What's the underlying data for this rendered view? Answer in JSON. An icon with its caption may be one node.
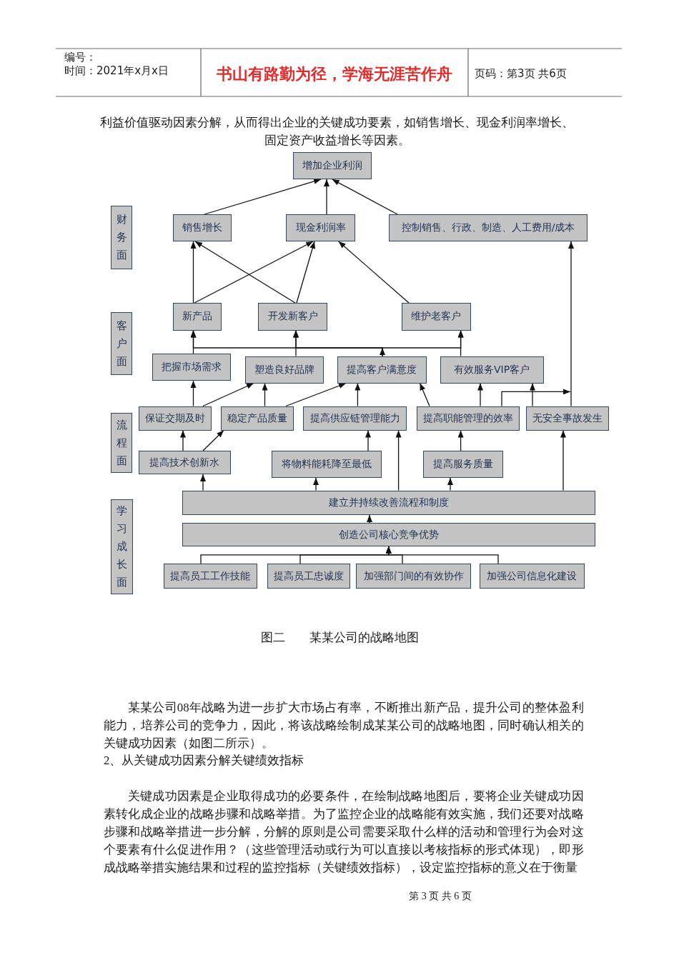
{
  "diagram": {
    "caption": "图二　　某某公司的战略地图",
    "nodes": [
      {
        "text": [
          "增加企业利润"
        ]
      },
      {
        "text": [
          "财务面"
        ]
      },
      {
        "text": [
          "销售增长"
        ]
      },
      {
        "text": [
          "现金利润率"
        ]
      },
      {
        "text": [
          "控制销售、行政、制造、人工费用/成本"
        ]
      },
      {
        "text": [
          "客户面"
        ]
      },
      {
        "text": [
          "新产品"
        ]
      },
      {
        "text": [
          "开发新客户"
        ]
      },
      {
        "text": [
          "维护老客户"
        ]
      },
      {
        "text": [
          "把握市场需求"
        ]
      },
      {
        "text": [
          "塑造良好品牌"
        ]
      },
      {
        "text": [
          "提高客户满意度"
        ]
      },
      {
        "text": [
          "有效服务VIP客户"
        ]
      },
      {
        "text": [
          "流程面"
        ]
      },
      {
        "text": [
          "保证交期及时"
        ]
      },
      {
        "text": [
          "稳定产品质量"
        ]
      },
      {
        "text": [
          "提高供应链管理能力"
        ]
      },
      {
        "text": [
          "提高职能管理的效率"
        ]
      },
      {
        "text": [
          "无安全事故发生"
        ]
      },
      {
        "text": [
          "提高技术创新水"
        ]
      },
      {
        "text": [
          "将物料能耗降至最低"
        ]
      },
      {
        "text": [
          "提高服务质量"
        ]
      },
      {
        "text": [
          "学习成长面"
        ]
      },
      {
        "text": [
          "建立并持续改善流程和制度"
        ]
      },
      {
        "text": [
          "创造公司核心竞争优势"
        ]
      },
      {
        "text": [
          "提高员工工作技能"
        ]
      },
      {
        "text": [
          "提高员工忠诚度"
        ]
      },
      {
        "text": [
          "加强部门间的有效协作"
        ]
      },
      {
        "text": [
          "加强公司信息化建设"
        ]
      }
    ],
    "edges": [
      {
        "from": 2,
        "to": 0,
        "arrow": "to"
      },
      {
        "from": 3,
        "to": 0,
        "arrow": "to"
      },
      {
        "from": 4,
        "to": 0,
        "arrow": "to"
      },
      {
        "from": 6,
        "to": 2,
        "arrow": "to"
      },
      {
        "from": 6,
        "to": 3,
        "arrow": "to"
      },
      {
        "from": 7,
        "to": 2,
        "arrow": "to"
      },
      {
        "from": 7,
        "to": 3,
        "arrow": "to"
      },
      {
        "from": 8,
        "to": 3,
        "arrow": "to"
      },
      {
        "from": 9,
        "to": 6,
        "arrow": "to"
      },
      {
        "from": 10,
        "to": 7,
        "arrow": "to"
      },
      {
        "from": 12,
        "to": 8,
        "arrow": "to"
      },
      {
        "from": 11,
        "to": 6,
        "arrow": "to"
      },
      {
        "from": 11,
        "to": 7,
        "arrow": "to"
      },
      {
        "from": 11,
        "to": 8,
        "arrow": "to"
      },
      {
        "from": 14,
        "to": 9,
        "arrow": "to"
      },
      {
        "from": 14,
        "to": 10,
        "arrow": "to"
      },
      {
        "from": 15,
        "to": 10,
        "arrow": "to"
      },
      {
        "from": 15,
        "to": 11,
        "arrow": "to"
      },
      {
        "from": 16,
        "to": 11,
        "arrow": "to"
      },
      {
        "from": 17,
        "to": 11,
        "arrow": "to"
      },
      {
        "from": 17,
        "to": 12,
        "arrow": "to"
      },
      {
        "from": 18,
        "to": 12,
        "arrow": "to"
      },
      {
        "from": 18,
        "to": 4,
        "arrow": "to"
      },
      {
        "from": 17,
        "to": 4,
        "arrow": "to"
      },
      {
        "from": 19,
        "to": 14,
        "arrow": "to"
      },
      {
        "from": 19,
        "to": 15,
        "arrow": "to"
      },
      {
        "from": 20,
        "to": 16,
        "arrow": "to"
      },
      {
        "from": 21,
        "to": 17,
        "arrow": "to"
      },
      {
        "from": 23,
        "to": 19,
        "arrow": "to"
      },
      {
        "from": 23,
        "to": 20,
        "arrow": "to"
      },
      {
        "from": 23,
        "to": 16,
        "arrow": "to"
      },
      {
        "from": 23,
        "to": 21,
        "arrow": "to"
      },
      {
        "from": 23,
        "to": 18,
        "arrow": "to"
      },
      {
        "from": 24,
        "to": 23,
        "arrow": "to"
      },
      {
        "from": 25,
        "to": 24,
        "arrow": "to"
      },
      {
        "from": 26,
        "to": 24,
        "arrow": "to"
      },
      {
        "from": 27,
        "to": 24,
        "arrow": "to"
      },
      {
        "from": 28,
        "to": 24,
        "arrow": "to"
      }
    ],
    "labels": [
      "编号：",
      "时间：2021年x月x日",
      "书山有路勤为径，学海无涯苦作舟",
      "页码：第3页 共6页",
      "利益价值驱动因素分解，从而得出企业的关键成功要素，如销售增长、现金利润率增长、固定资产收益增长等因素。",
      "某某公司08年战略为进一步扩大市场占有率，不断推出新产品，提升公司的整体盈利能力，培养公司的竞争力，因此，将该战略绘制成某某公司的战略地图，同时确认相关的关键成功因素（如图二所示）。",
      "2、从关键成功因素分解关键绩效指标",
      "关键成功因素是企业取得成功的必要条件，在绘制战略地图后，要将企业关键成功因素转化成企业的战略步骤和战略举措。为了监控企业的战略能有效实施，我们还要对战略步骤和战略举措进一步分解，分解的原则是公司需要采取什么样的活动和管理行为会对这个要素有什么促进作用？（这些管理活动或行为可以直接以考核指标的形式体现），即形成战略举措实施结果和过程的监控指标（关键绩效指标），设定监控指标的意义在于衡量",
      "第 3 页 共 6 页"
    ]
  }
}
